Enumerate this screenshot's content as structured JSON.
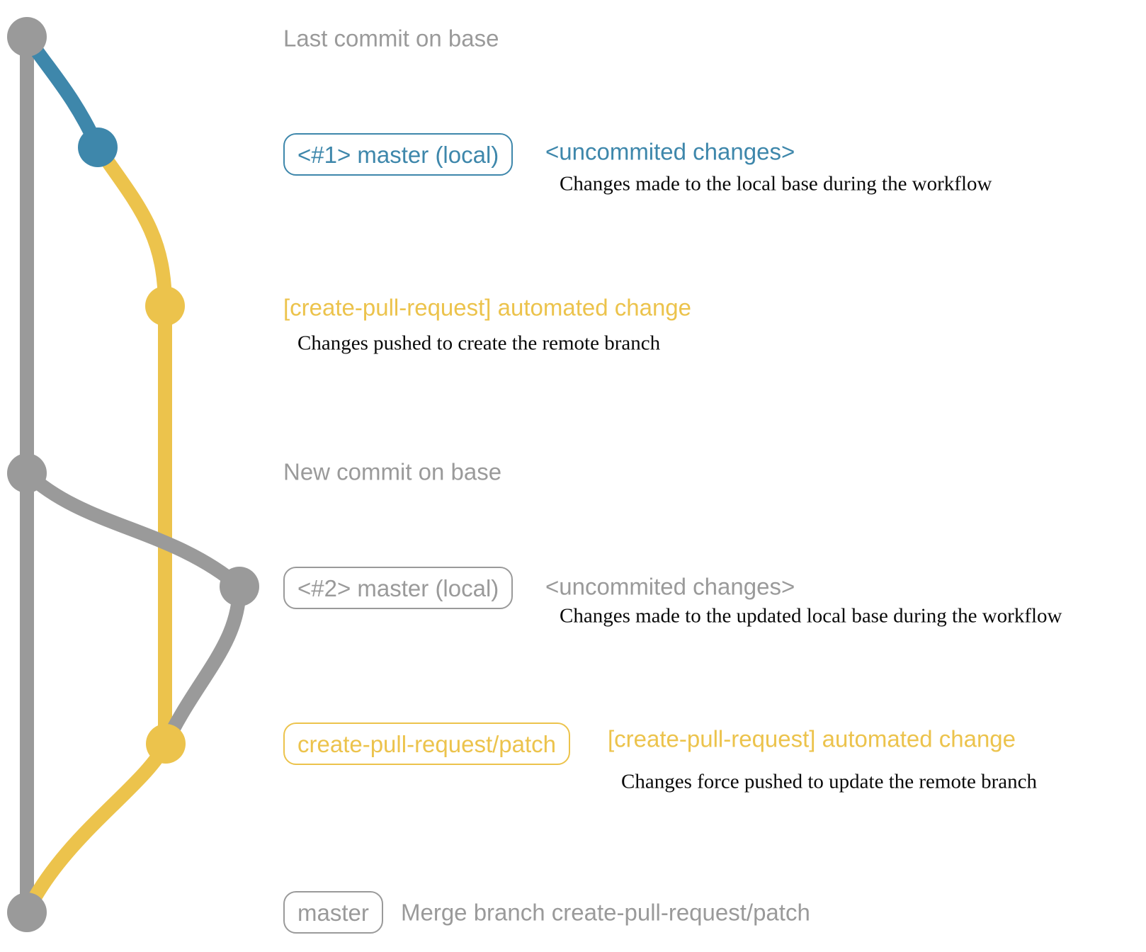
{
  "colors": {
    "gray": "#9a9a9a",
    "blue": "#3e87ab",
    "yellow": "#ecc34c",
    "description_text": "#0a0a0a",
    "background": "#ffffff"
  },
  "diagram": {
    "type": "git-commit-graph",
    "rows": [
      {
        "id": "last-commit-on-base",
        "commit_dot": "gray",
        "message": "Last commit on base",
        "message_color": "#9a9a9a"
      },
      {
        "id": "local-master-1",
        "commit_dot": "blue",
        "badge": "<#1> master (local)",
        "badge_color": "#3e87ab",
        "message": "<uncommited changes>",
        "message_color": "#3e87ab",
        "description": "Changes made to the local base during the workflow"
      },
      {
        "id": "patch-commit-1",
        "commit_dot": "yellow",
        "message": "[create-pull-request] automated change",
        "message_color": "#ecc34c",
        "description": "Changes pushed to create the remote branch"
      },
      {
        "id": "new-commit-on-base",
        "commit_dot": "gray",
        "message": "New commit on base",
        "message_color": "#9a9a9a"
      },
      {
        "id": "local-master-2",
        "commit_dot": "gray",
        "badge": "<#2> master (local)",
        "badge_color": "#9a9a9a",
        "message": "<uncommited changes>",
        "message_color": "#9a9a9a",
        "description": "Changes made to the updated local base during the workflow"
      },
      {
        "id": "patch-commit-2",
        "commit_dot": "yellow",
        "badge": "create-pull-request/patch",
        "badge_color": "#ecc34c",
        "message": "[create-pull-request] automated change",
        "message_color": "#ecc34c",
        "description": "Changes force pushed to update the remote branch"
      },
      {
        "id": "merge-commit",
        "commit_dot": "gray",
        "badge": "master",
        "badge_color": "#9a9a9a",
        "message": "Merge branch create-pull-request/patch",
        "message_color": "#9a9a9a"
      }
    ]
  }
}
